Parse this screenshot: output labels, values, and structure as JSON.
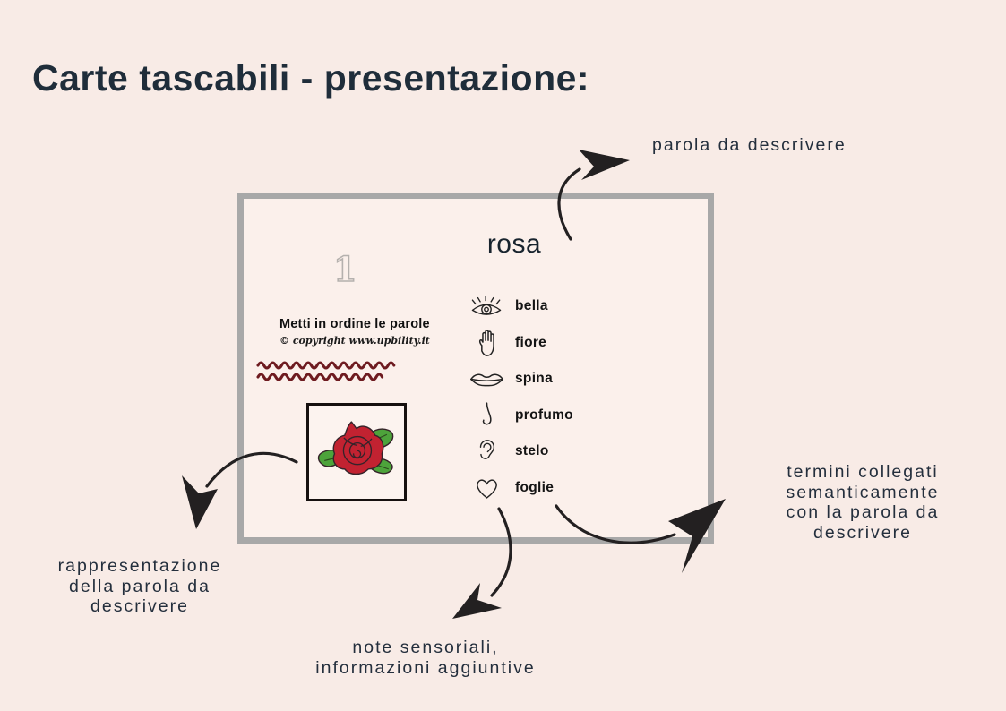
{
  "page": {
    "title": "Carte tascabili - presentazione:",
    "background_color": "#f8ebe6",
    "title_color": "#1f2d3a"
  },
  "card": {
    "number": "1",
    "word": "rosa",
    "instruction": "Metti in ordine le parole",
    "copyright": "© copyright www.upbility.it",
    "border_color": "#a8a8a8",
    "background_color": "#fbf0eb",
    "squiggle_color": "#6e1b20",
    "image": {
      "name": "rose-illustration",
      "petal_color": "#c22231",
      "leaf_color": "#4da33b",
      "outline_color": "#35232a"
    },
    "senses": [
      {
        "icon": "eye-icon",
        "label": "bella"
      },
      {
        "icon": "hand-icon",
        "label": "fiore"
      },
      {
        "icon": "lips-icon",
        "label": "spina"
      },
      {
        "icon": "nose-icon",
        "label": "profumo"
      },
      {
        "icon": "ear-icon",
        "label": "stelo"
      },
      {
        "icon": "heart-icon",
        "label": "foglie"
      }
    ]
  },
  "annotations": {
    "color": "#242f3d",
    "top_right": "parola da descrivere",
    "right": [
      "termini collegati",
      "semanticamente",
      "con la parola da",
      "descrivere"
    ],
    "bottom_left": [
      "rappresentazione",
      "della parola da",
      "descrivere"
    ],
    "bottom_center": [
      "note sensoriali,",
      "informazioni aggiuntive"
    ]
  }
}
